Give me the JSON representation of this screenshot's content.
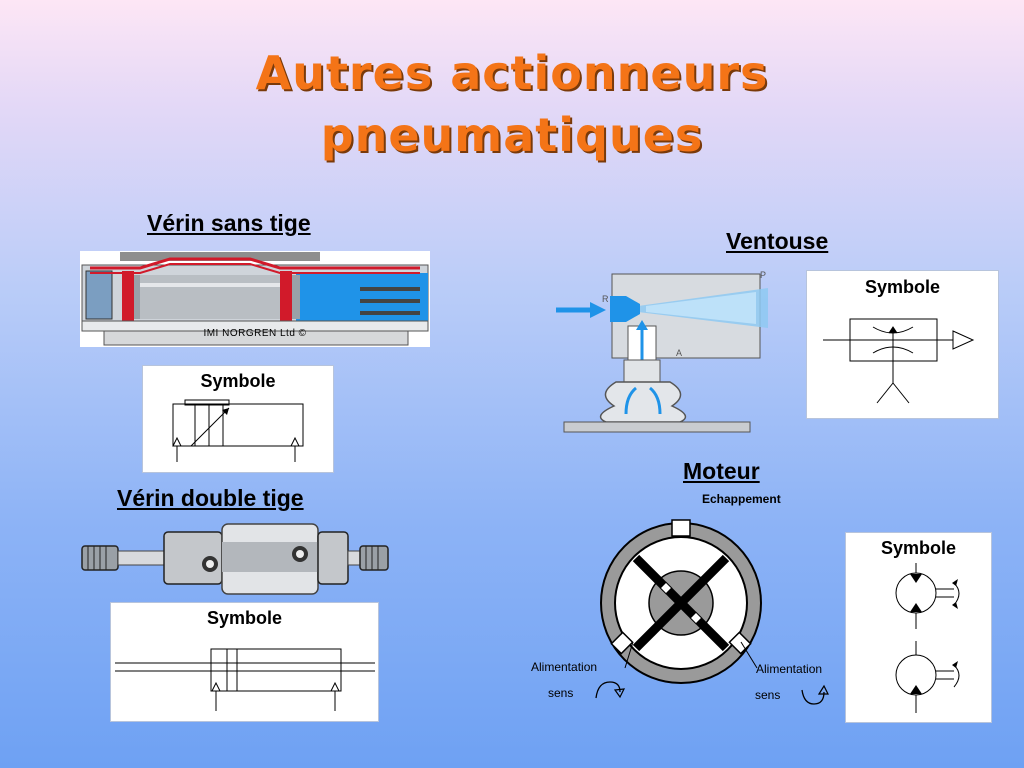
{
  "slide": {
    "title_line1": "Autres actionneurs",
    "title_line2": "pneumatiques"
  },
  "verin_sans_tige": {
    "heading": "Vérin sans tige",
    "photo_caption": "IMI NORGREN Ltd ©",
    "symbol_label": "Symbole"
  },
  "verin_double_tige": {
    "heading": "Vérin double tige",
    "symbol_label": "Symbole"
  },
  "ventouse": {
    "heading": "Ventouse",
    "symbol_label": "Symbole",
    "port_p": "P",
    "port_r": "R",
    "port_a": "A"
  },
  "moteur": {
    "heading": "Moteur",
    "echappement": "Echappement",
    "alim_left": "Alimentation",
    "sens_left": "sens",
    "alim_right": "Alimentation",
    "sens_right": "sens",
    "symbol_label": "Symbole"
  },
  "colors": {
    "title": "#f47417",
    "pneumatic_blue": "#1e90ff",
    "cylinder_red": "#d11a2a",
    "metal_grey": "#a9a9a9"
  }
}
